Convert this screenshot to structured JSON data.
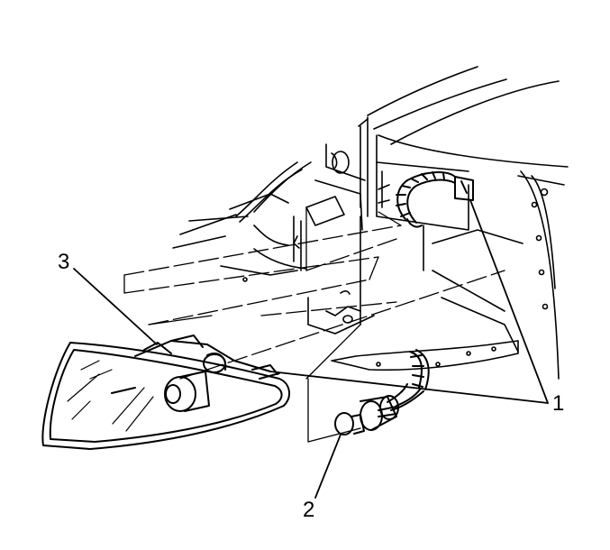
{
  "diagram": {
    "callouts": [
      {
        "id": "3",
        "text": "3"
      },
      {
        "id": "2",
        "text": "2"
      },
      {
        "id": "1",
        "text": "1"
      }
    ],
    "colors": {
      "stroke": "#000000",
      "background": "#ffffff"
    }
  }
}
